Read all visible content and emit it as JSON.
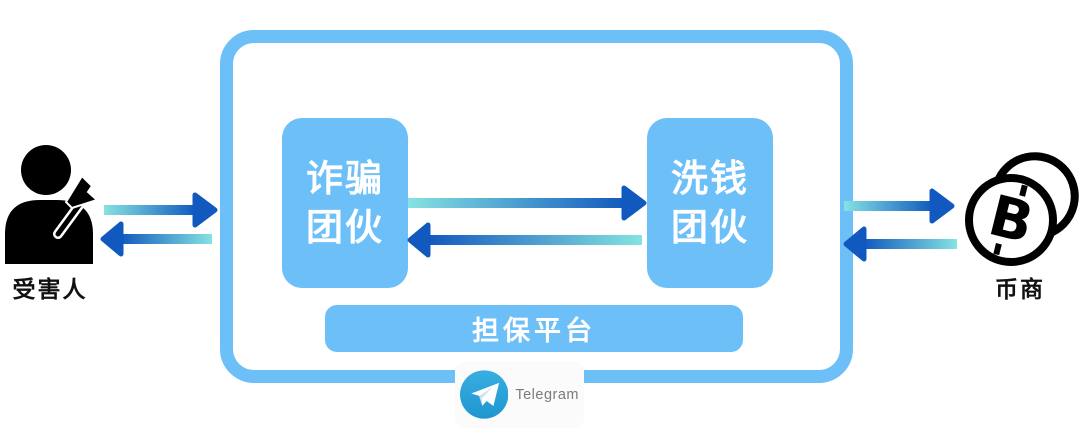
{
  "diagram": {
    "nodes": {
      "victim": {
        "label": "受害人"
      },
      "fraud_gang": {
        "lines": [
          "诈骗",
          "团伙"
        ]
      },
      "laundering_gang": {
        "lines": [
          "洗钱",
          "团伙"
        ]
      },
      "guarantee_platform": {
        "label": "担保平台"
      },
      "merchant": {
        "label": "币商"
      },
      "platform_brand": {
        "label": "Telegram"
      },
      "bitcoin_symbol": "B"
    },
    "icons": {
      "victim_icon": "person-hit-by-dart",
      "merchant_icon": "bitcoin-coins",
      "telegram_icon": "telegram-paper-plane-circle",
      "flow_arrows": "bidirectional-gradient-arrows"
    },
    "colors": {
      "box_blue": "#6cbff7",
      "arrow_dark_blue": "#1159be",
      "arrow_light_cyan": "#86e2e2",
      "telegram_blue": "#2ea6dd",
      "label_black": "#111111",
      "text_white": "#ffffff"
    }
  }
}
